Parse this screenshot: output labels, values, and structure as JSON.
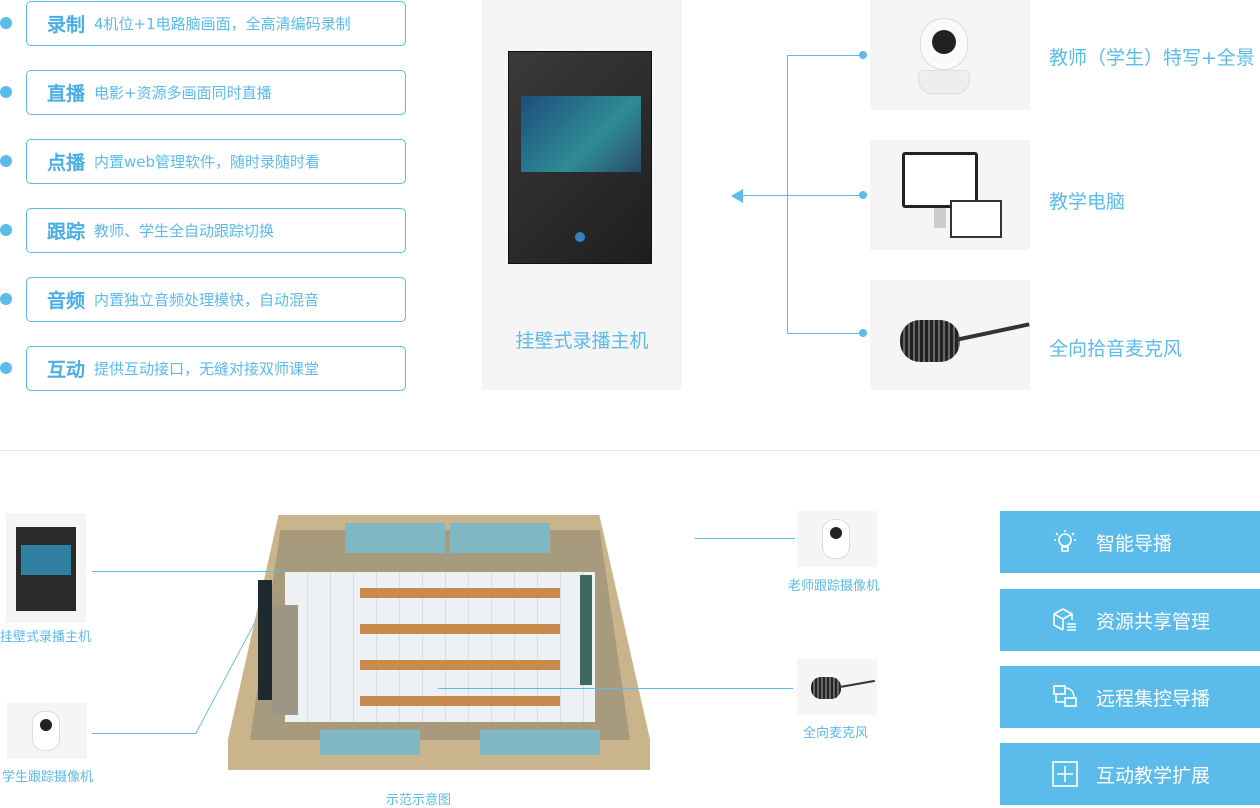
{
  "features": [
    {
      "title": "录制",
      "desc": "4机位+1电路脑画面，全高清编码录制"
    },
    {
      "title": "直播",
      "desc": "电影+资源多画面同时直播"
    },
    {
      "title": "点播",
      "desc": "内置web管理软件，随时录随时看"
    },
    {
      "title": "跟踪",
      "desc": "教师、学生全自动跟踪切换"
    },
    {
      "title": "音频",
      "desc": "内置独立音频处理模快，自动混音"
    },
    {
      "title": "互动",
      "desc": "提供互动接口，无缝对接双师课堂"
    }
  ],
  "host": {
    "label": "挂壁式录播主机"
  },
  "devices": [
    {
      "label": "教师（学生）特写+全景",
      "icon": "ptz-camera-icon"
    },
    {
      "label": "教学电脑",
      "icon": "computer-icon"
    },
    {
      "label": "全向拾音麦克风",
      "icon": "microphone-icon"
    }
  ],
  "diagram": {
    "caption": "示范示意图",
    "host_label": "挂壁式录播主机",
    "student_cam_label": "学生跟踪摄像机",
    "teacher_cam_label": "老师跟踪摄像机",
    "mic_label": "全向麦克风"
  },
  "buttons": [
    {
      "label": "智能导播",
      "icon": "lightbulb-icon"
    },
    {
      "label": "资源共享管理",
      "icon": "cube-list-icon"
    },
    {
      "label": "远程集控导播",
      "icon": "remote-screens-icon"
    },
    {
      "label": "互动教学扩展",
      "icon": "plus-square-icon"
    }
  ],
  "colors": {
    "accent": "#5bbbeb",
    "panel": "#f5f5f5"
  }
}
